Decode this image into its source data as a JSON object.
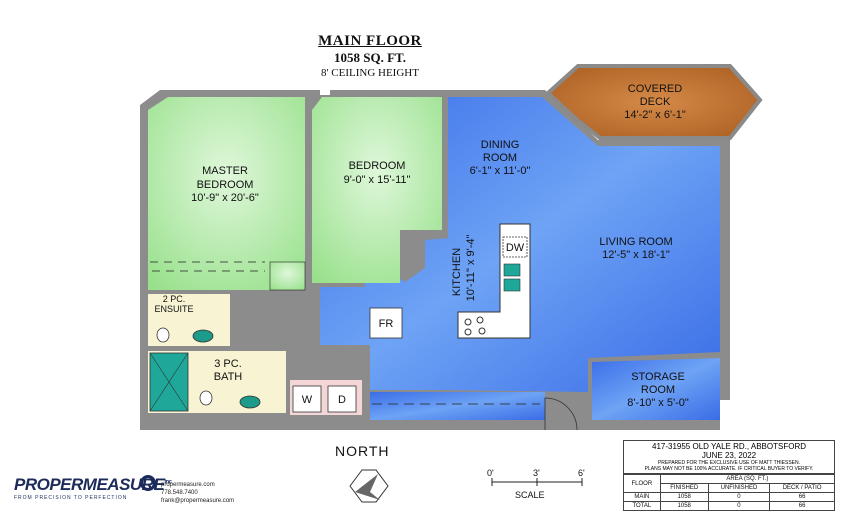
{
  "title": {
    "line1": "MAIN FLOOR",
    "line2": "1058 SQ. FT.",
    "line3": "8' CEILING HEIGHT"
  },
  "rooms": {
    "covered_deck": {
      "name1": "COVERED",
      "name2": "DECK",
      "size": "14'-2\" x 6'-1\""
    },
    "dining": {
      "name1": "DINING",
      "name2": "ROOM",
      "size": "6'-1\" x 11'-0\""
    },
    "master": {
      "name1": "MASTER",
      "name2": "BEDROOM",
      "size": "10'-9\" x 20'-6\""
    },
    "bedroom": {
      "name1": "BEDROOM",
      "size": "9'-0\" x 15'-11\""
    },
    "living": {
      "name1": "LIVING ROOM",
      "size": "12'-5\" x 18'-1\""
    },
    "kitchen": {
      "name1": "KITCHEN",
      "size": "10'-11\" x 9'-4\""
    },
    "ensuite": {
      "name1": "2 PC.",
      "name2": "ENSUITE"
    },
    "bath": {
      "name1": "3 PC.",
      "name2": "BATH"
    },
    "storage": {
      "name1": "STORAGE",
      "name2": "ROOM",
      "size": "8'-10\" x 5'-0\""
    }
  },
  "fixtures": {
    "dw": "DW",
    "fr": "FR",
    "washer": "W",
    "dryer": "D"
  },
  "north_label": "NORTH",
  "scale": {
    "t0": "0'",
    "t1": "3'",
    "t2": "6'",
    "label": "SCALE"
  },
  "logo": {
    "name": "PROPERMEASURE",
    "tm": "Inc",
    "tagline": "FROM PRECISION TO PERFECTION"
  },
  "contact": {
    "web": "propermeasure.com",
    "phone": "778.548.7400",
    "email": "frank@propermeasure.com"
  },
  "info_box": {
    "address": "417-31955 OLD YALE RD., ABBOTSFORD",
    "date": "JUNE 23, 2022",
    "note1": "PREPARED FOR THE EXCLUSIVE USE OF MATT THIESSEN.",
    "note2": "PLANS MAY NOT BE 100% ACCURATE. IF CRITICAL BUYER TO VERIFY.",
    "area_header": "AREA (SQ. FT.)",
    "col_floor": "FLOOR",
    "col_finished": "FINISHED",
    "col_unfinished": "UNFINISHED",
    "col_deck": "DECK / PATIO",
    "rows": [
      {
        "floor": "MAIN",
        "finished": "1058",
        "unfinished": "0",
        "deck": "66"
      },
      {
        "floor": "TOTAL",
        "finished": "1058",
        "unfinished": "0",
        "deck": "66"
      }
    ]
  },
  "colors": {
    "wall": "#8a8a8a",
    "green": "#b9ecb0",
    "blue": "#4f86f0",
    "deck": "#b86a2a",
    "pink": "#f4d6d6",
    "yellow": "#f6efc2",
    "teal": "#1fa89a"
  }
}
